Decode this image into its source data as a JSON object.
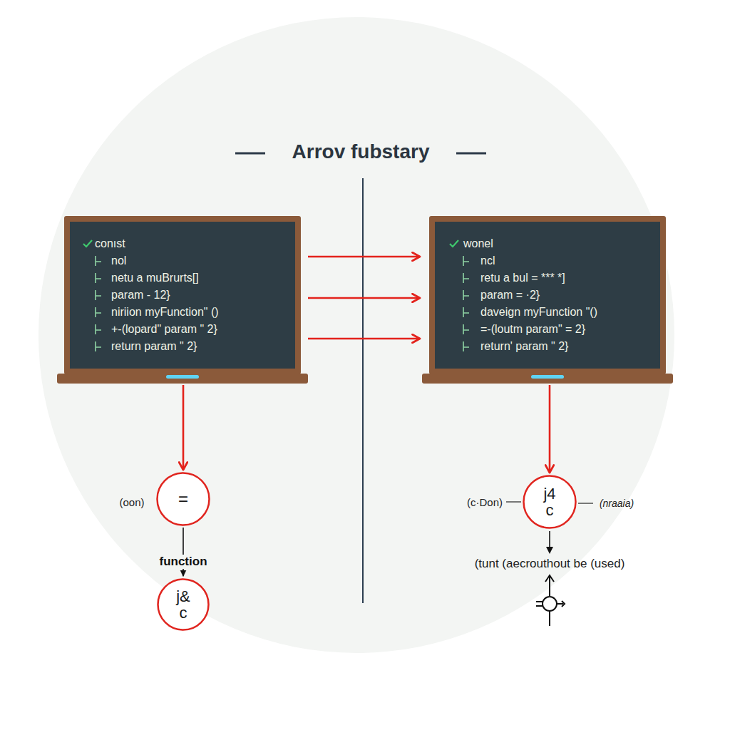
{
  "diagram": {
    "title": "Arrov fubstary",
    "nodes": [
      {
        "text": [
          "conıst",
          "nol",
          "netu a muBrurts[]",
          "param - 12}",
          "niriion myFunction\" ()",
          "+-(lopard\" param \" 2}",
          "return param \" 2}"
        ]
      },
      {
        "text": [
          "wonel",
          "ncl",
          "retu a bul = *** *]",
          "param = ·2}",
          "daveign myFunction \"()",
          "=-(loutm param\" = 2}",
          "return' param \" 2}"
        ]
      },
      {
        "text": [
          "="
        ]
      },
      {
        "text": [
          "j4",
          "c"
        ]
      },
      {
        "text": [
          "j&",
          "c"
        ]
      }
    ],
    "edges": [
      {
        "from": 0,
        "to": 1,
        "arrow": "to"
      },
      {
        "from": 0,
        "to": 1,
        "arrow": "to"
      },
      {
        "from": 0,
        "to": 1,
        "arrow": "to"
      },
      {
        "from": 0,
        "to": 2,
        "arrow": "to"
      },
      {
        "from": 1,
        "to": 3,
        "arrow": "to"
      },
      {
        "from": 2,
        "to": 4,
        "label": "function",
        "arrow": "to"
      }
    ],
    "labels": [
      "(oon)",
      "(c·Don)",
      "(nraaia)",
      "(tunt (aecrouthout be (used)"
    ]
  }
}
